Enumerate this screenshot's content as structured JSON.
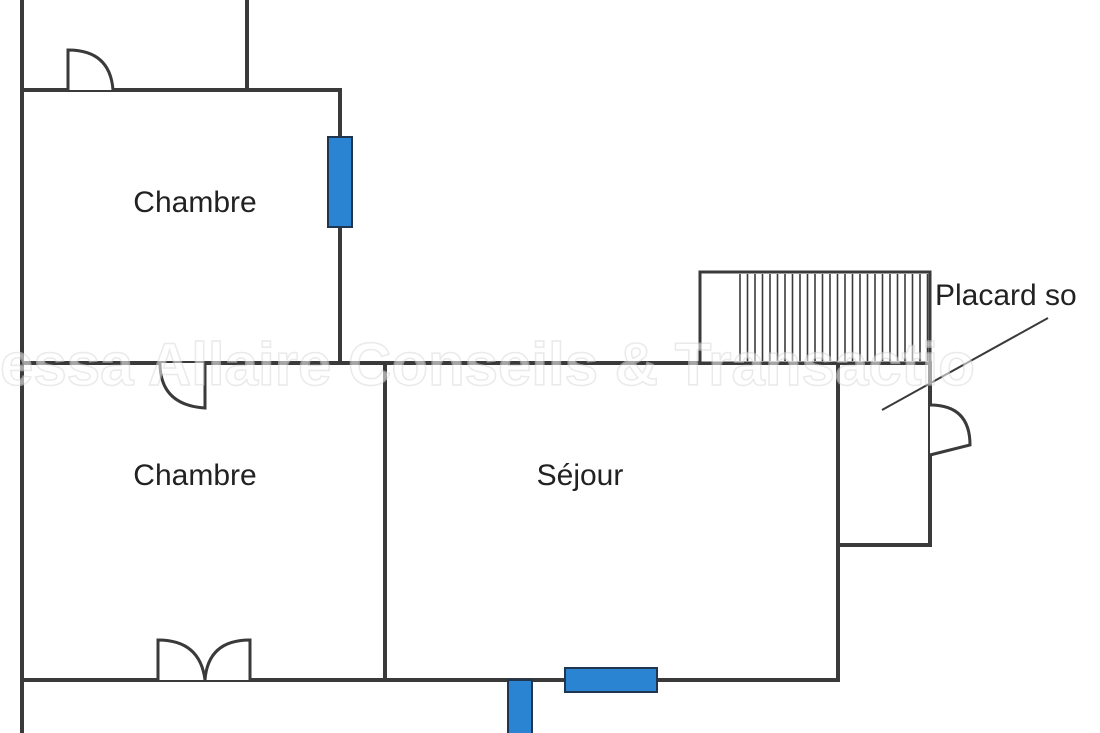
{
  "rooms": {
    "bedroom_top": "Chambre",
    "bedroom_bottom": "Chambre",
    "living": "Séjour",
    "closet": "Placard so"
  },
  "watermark": "essa Allaire Conseils & Transactio",
  "colors": {
    "window": "#2a84d2",
    "wall": "#3a3a3a",
    "background": "#ffffff"
  }
}
